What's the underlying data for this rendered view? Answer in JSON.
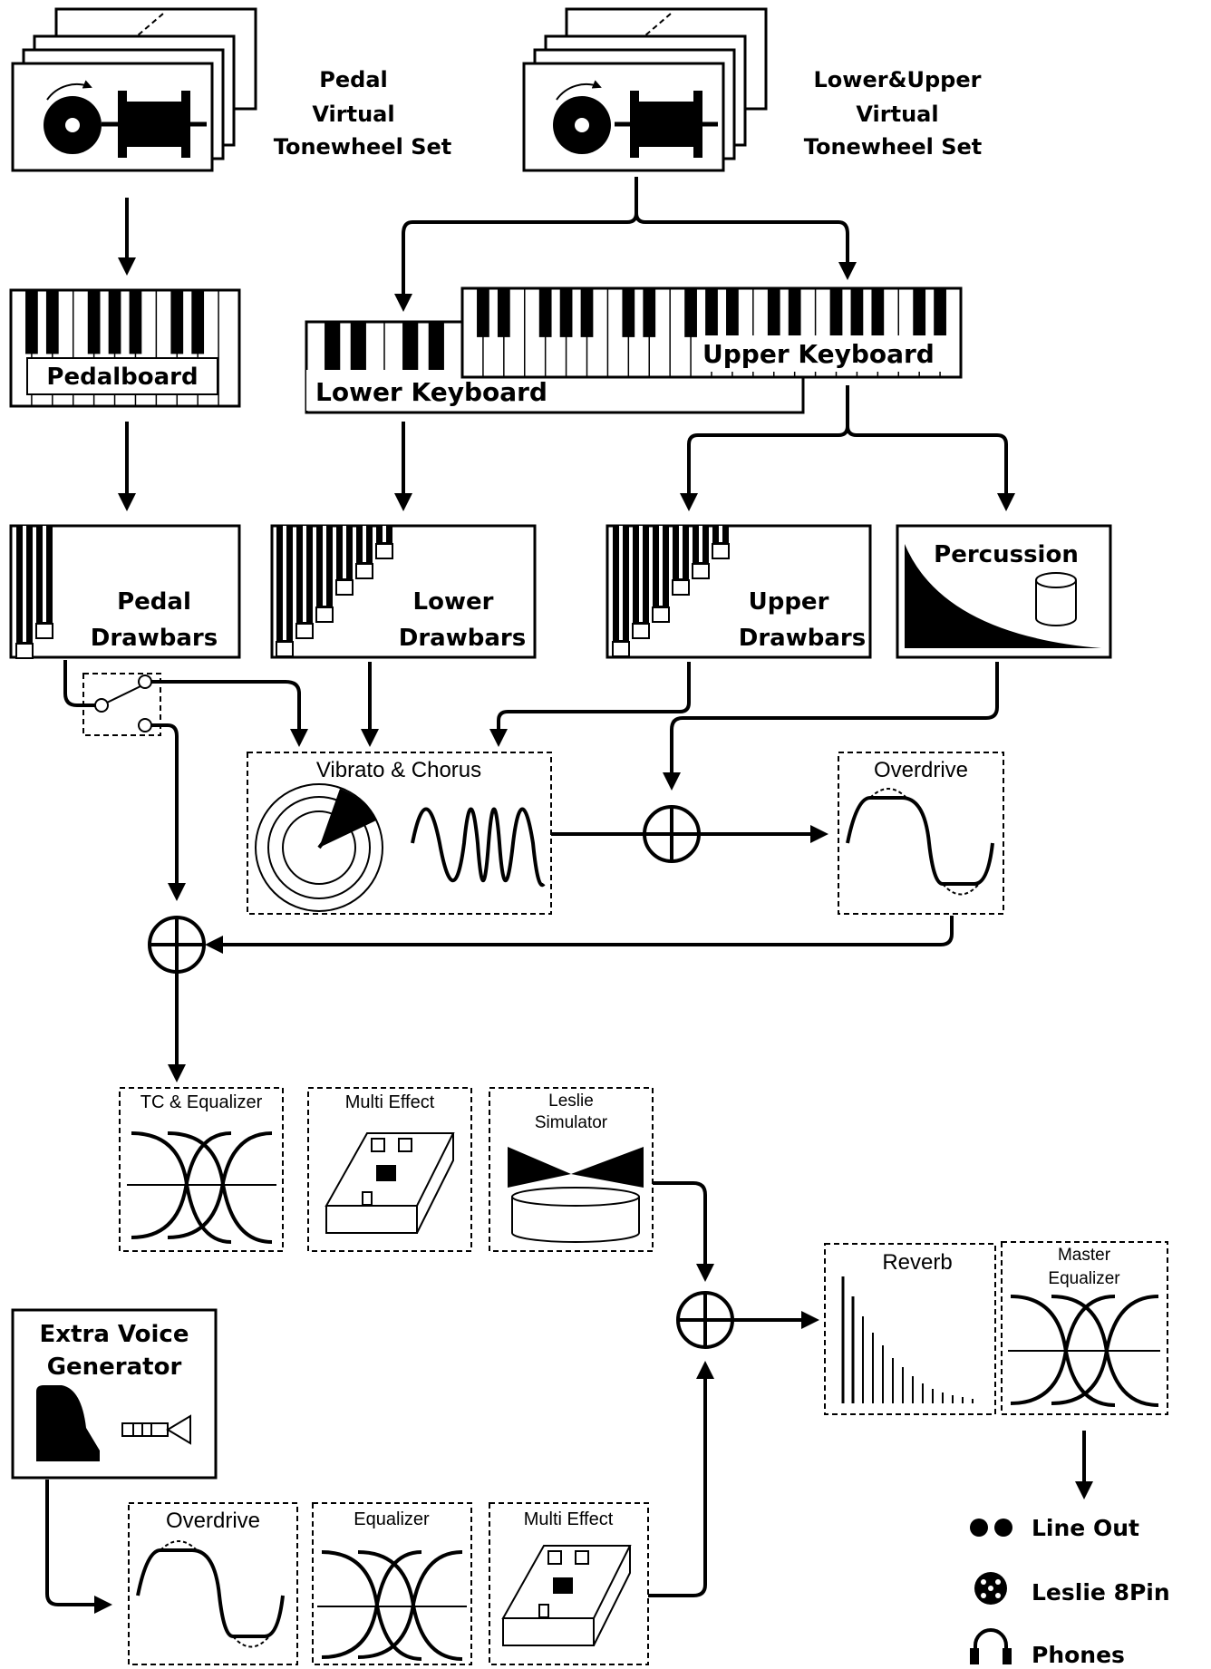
{
  "tonewheel": {
    "pedal": [
      "Pedal",
      "Virtual",
      "Tonewheel Set"
    ],
    "lower_upper": [
      "Lower&Upper",
      "Virtual",
      "Tonewheel Set"
    ]
  },
  "keyboards": {
    "pedalboard": "Pedalboard",
    "lower": "Lower Keyboard",
    "upper": "Upper Keyboard"
  },
  "drawbars": {
    "pedal": [
      "Pedal",
      "Drawbars"
    ],
    "lower": [
      "Lower",
      "Drawbars"
    ],
    "upper": [
      "Upper",
      "Drawbars"
    ],
    "percussion": "Percussion"
  },
  "effects": {
    "vibrato_chorus": "Vibrato & Chorus",
    "overdrive_main": "Overdrive",
    "tc_equalizer": "TC & Equalizer",
    "multi_effect_main": "Multi Effect",
    "leslie": [
      "Leslie",
      "Simulator"
    ],
    "reverb": "Reverb",
    "master_eq": [
      "Master",
      "Equalizer"
    ]
  },
  "extra_voice": {
    "title": [
      "Extra Voice",
      "Generator"
    ],
    "overdrive": "Overdrive",
    "equalizer": "Equalizer",
    "multi_effect": "Multi Effect"
  },
  "outputs": {
    "line_out": "Line Out",
    "leslie_8pin": "Leslie 8Pin",
    "phones": "Phones"
  }
}
